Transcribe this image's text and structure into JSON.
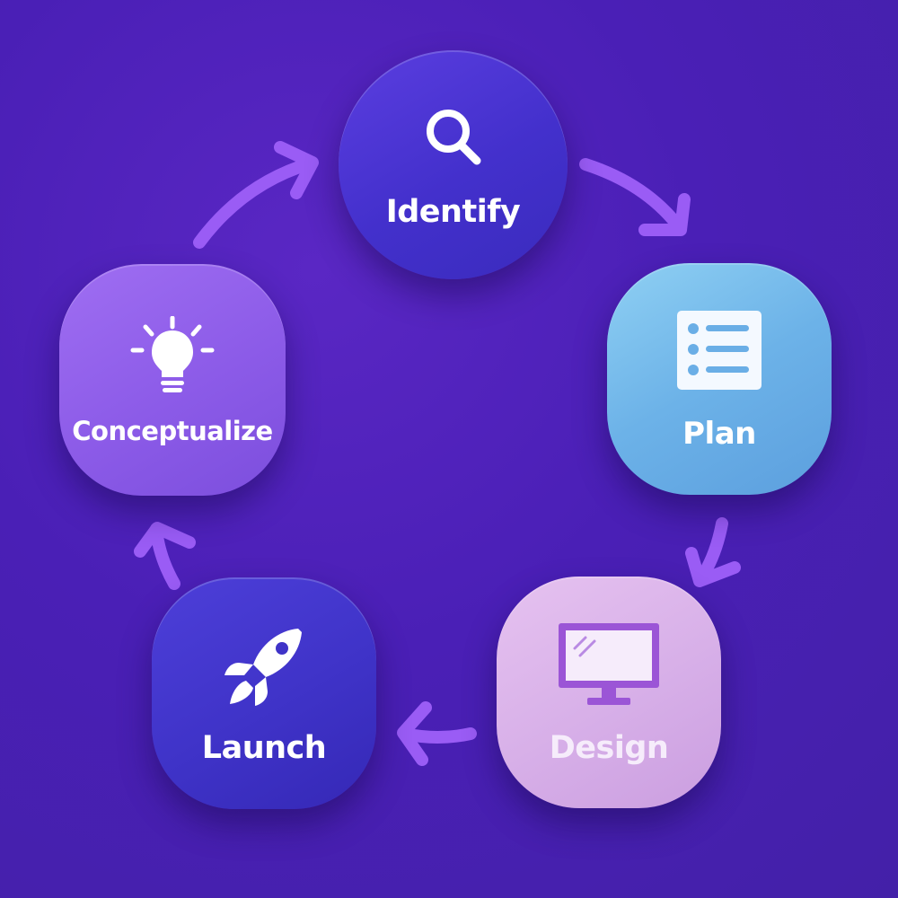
{
  "diagram": {
    "steps": [
      {
        "label": "Identify",
        "icon": "search-icon",
        "color": "#4a35d2"
      },
      {
        "label": "Plan",
        "icon": "list-icon",
        "color": "#6cb2e8"
      },
      {
        "label": "Design",
        "icon": "monitor-icon",
        "color": "#d7afe8"
      },
      {
        "label": "Launch",
        "icon": "rocket-icon",
        "color": "#3f33c8"
      },
      {
        "label": "Conceptualize",
        "icon": "lightbulb-icon",
        "color": "#8c5be8"
      }
    ],
    "arrow_color": "#9a5cf5",
    "background_color": "#4a1fb6"
  }
}
